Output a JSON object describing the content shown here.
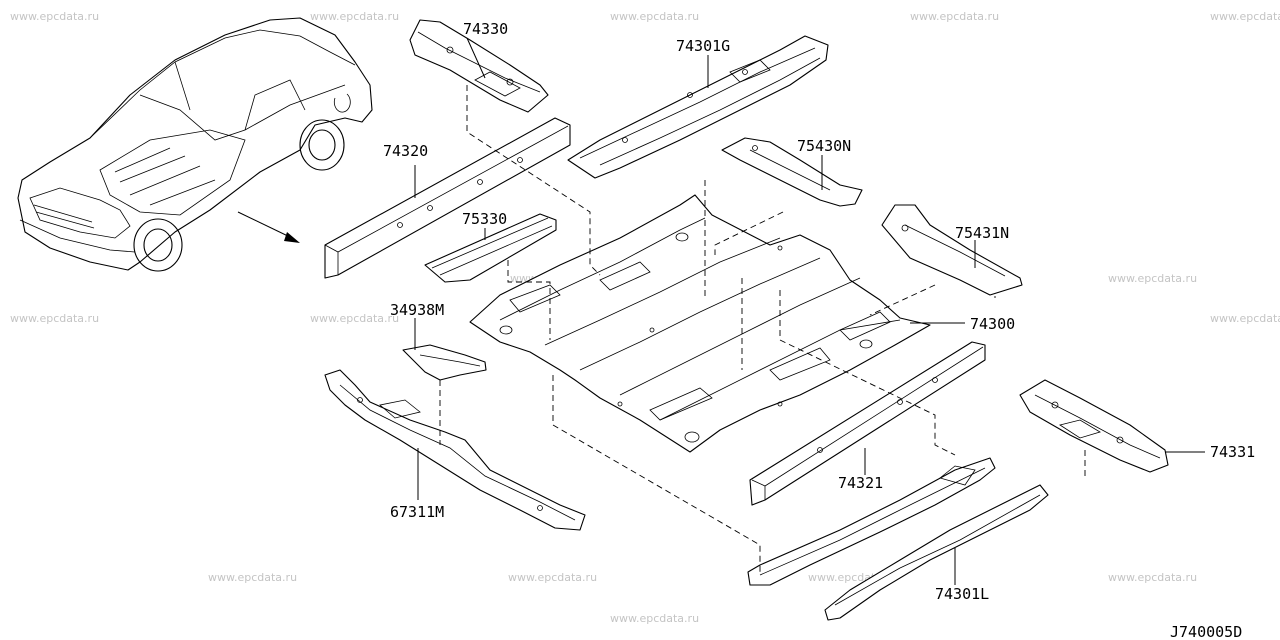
{
  "watermark": "www.epcdata.ru",
  "diagram_code": "J740005D",
  "parts": {
    "74330": "74330",
    "74301G": "74301G",
    "74320": "74320",
    "75430N": "75430N",
    "75330": "75330",
    "75431N": "75431N",
    "34938M": "34938M",
    "74300": "74300",
    "74331": "74331",
    "74321": "74321",
    "67311M": "67311M",
    "74301L": "74301L"
  }
}
